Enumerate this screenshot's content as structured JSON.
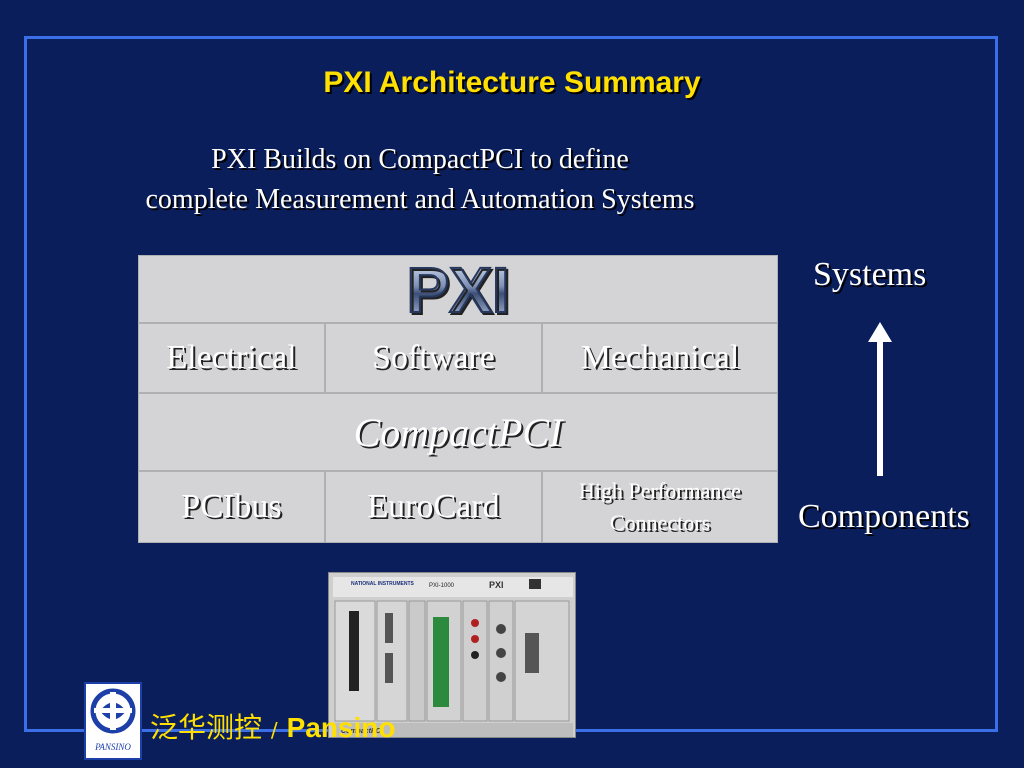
{
  "slide": {
    "title": "PXI Architecture Summary",
    "subtitle_line1": "PXI Builds on CompactPCI to define",
    "subtitle_line2": "complete Measurement and Automation Systems"
  },
  "diagram": {
    "logo_text": "PXI",
    "row_top": [
      "Electrical",
      "Software",
      "Mechanical"
    ],
    "middle": "CompactPCI",
    "row_bottom": [
      "PCIbus",
      "EuroCard"
    ],
    "row_bottom_multiline": [
      "High Performance",
      "Connectors"
    ]
  },
  "axis": {
    "top_label": "Systems",
    "bottom_label": "Components"
  },
  "photo": {
    "brand": "NATIONAL INSTRUMENTS",
    "model": "PXI-1000",
    "logo": "PXI",
    "tag": "CompactPCI"
  },
  "footer": {
    "logo_text": "PANSINO",
    "company_cn": "泛华测控",
    "separator": "/",
    "company_en": "Pansino"
  },
  "colors": {
    "background": "#0a1e5c",
    "frame": "#3a6fe8",
    "title": "#ffe000",
    "cell": "#d4d4d6"
  }
}
